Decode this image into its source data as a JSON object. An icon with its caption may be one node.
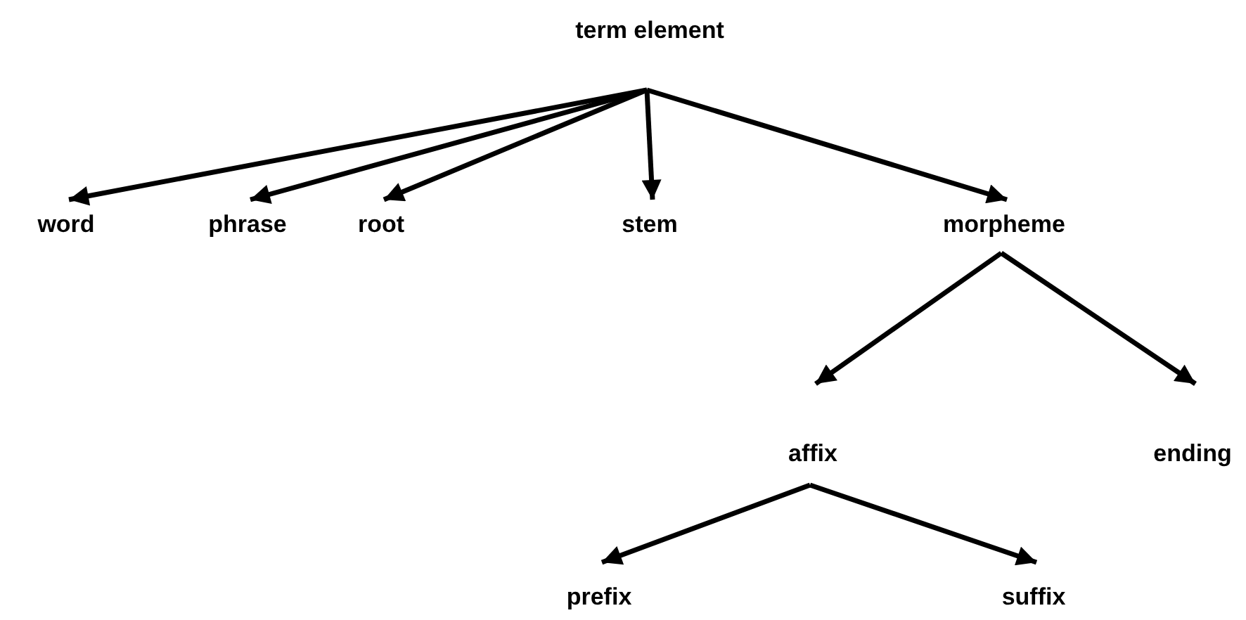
{
  "diagram": {
    "nodes": [
      {
        "text": [
          "term element"
        ]
      },
      {
        "text": [
          "word"
        ]
      },
      {
        "text": [
          "phrase"
        ]
      },
      {
        "text": [
          "root"
        ]
      },
      {
        "text": [
          "stem"
        ]
      },
      {
        "text": [
          "morpheme"
        ]
      },
      {
        "text": [
          "affix"
        ]
      },
      {
        "text": [
          "ending"
        ]
      },
      {
        "text": [
          "prefix"
        ]
      },
      {
        "text": [
          "suffix"
        ]
      }
    ],
    "edges": [
      {
        "from": 0,
        "to": 1,
        "arrow": "to"
      },
      {
        "from": 0,
        "to": 2,
        "arrow": "to"
      },
      {
        "from": 0,
        "to": 3,
        "arrow": "to"
      },
      {
        "from": 0,
        "to": 4,
        "arrow": "to"
      },
      {
        "from": 0,
        "to": 5,
        "arrow": "to"
      },
      {
        "from": 5,
        "to": 6,
        "arrow": "to"
      },
      {
        "from": 5,
        "to": 7,
        "arrow": "to"
      },
      {
        "from": 6,
        "to": 8,
        "arrow": "to"
      },
      {
        "from": 6,
        "to": 9,
        "arrow": "to"
      }
    ]
  }
}
